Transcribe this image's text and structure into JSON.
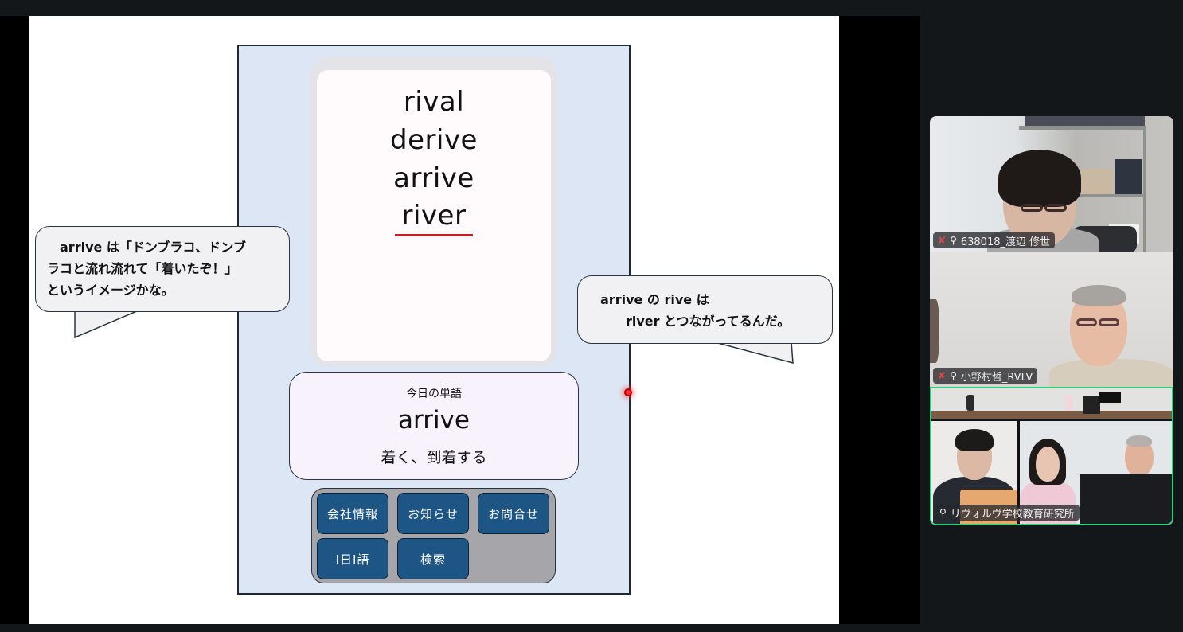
{
  "slide": {
    "word_card": {
      "words": [
        "rival",
        "derive",
        "arrive",
        "river"
      ],
      "underlined_word_index": 3,
      "underline_color": "#c32026"
    },
    "today": {
      "label": "今日の単語",
      "word": "arrive",
      "meaning": "着く、到着する"
    },
    "menu": {
      "buttons": [
        "会社情報",
        "お知らせ",
        "お問合せ",
        "I日I語",
        "検索"
      ],
      "button_color": "#1d5585"
    },
    "bubbles": {
      "left": "　arrive は「ドンブラコ、ドンブ\nラコと流れ流れて「着いたぞ！」\nというイメージかな。",
      "right": "arrive の rive は\n　　river とつながってるんだ。"
    },
    "panel_color": "#dce6f4"
  },
  "participants": [
    {
      "name": "638018_渡辺 修世",
      "muted": true,
      "pinned_icon": "pin-icon",
      "mic_icon": "mic-off-icon"
    },
    {
      "name": "小野村哲_RVLV",
      "muted": true,
      "pinned_icon": "pin-icon",
      "mic_icon": "mic-off-icon"
    },
    {
      "name": "リヴォルヴ学校教育研究所",
      "muted": false,
      "active_speaker": true,
      "pinned_icon": "pin-icon",
      "highlight_color": "#2fd07a"
    }
  ],
  "icons": {
    "mic_off": "✘",
    "pin": "⚲"
  }
}
